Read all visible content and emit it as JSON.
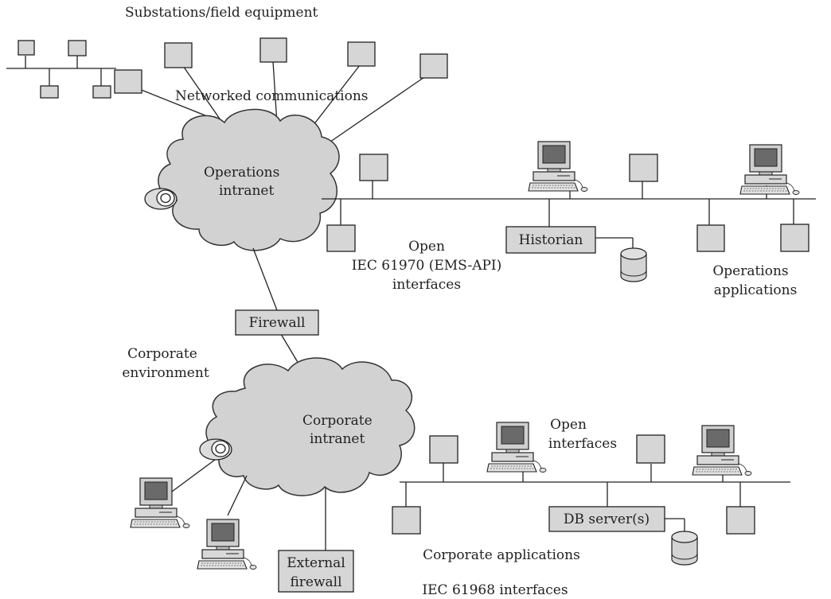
{
  "labels": {
    "substations": "Substations/field equipment",
    "networked": "Networked communications",
    "ops_cloud_line1": "Operations",
    "ops_cloud_line2": "intranet",
    "open_line1": "Open",
    "open_line2": "IEC 61970 (EMS-API)",
    "open_line3": "interfaces",
    "historian": "Historian",
    "ops_apps_line1": "Operations",
    "ops_apps_line2": "applications",
    "firewall": "Firewall",
    "corp_env_line1": "Corporate",
    "corp_env_line2": "environment",
    "corp_cloud_line1": "Corporate",
    "corp_cloud_line2": "intranet",
    "open_if_line1": "Open",
    "open_if_line2": "interfaces",
    "db_server": "DB server(s)",
    "ext_fw_line1": "External",
    "ext_fw_line2": "firewall",
    "corp_apps": "Corporate applications",
    "iec61968": "IEC 61968 interfaces"
  }
}
